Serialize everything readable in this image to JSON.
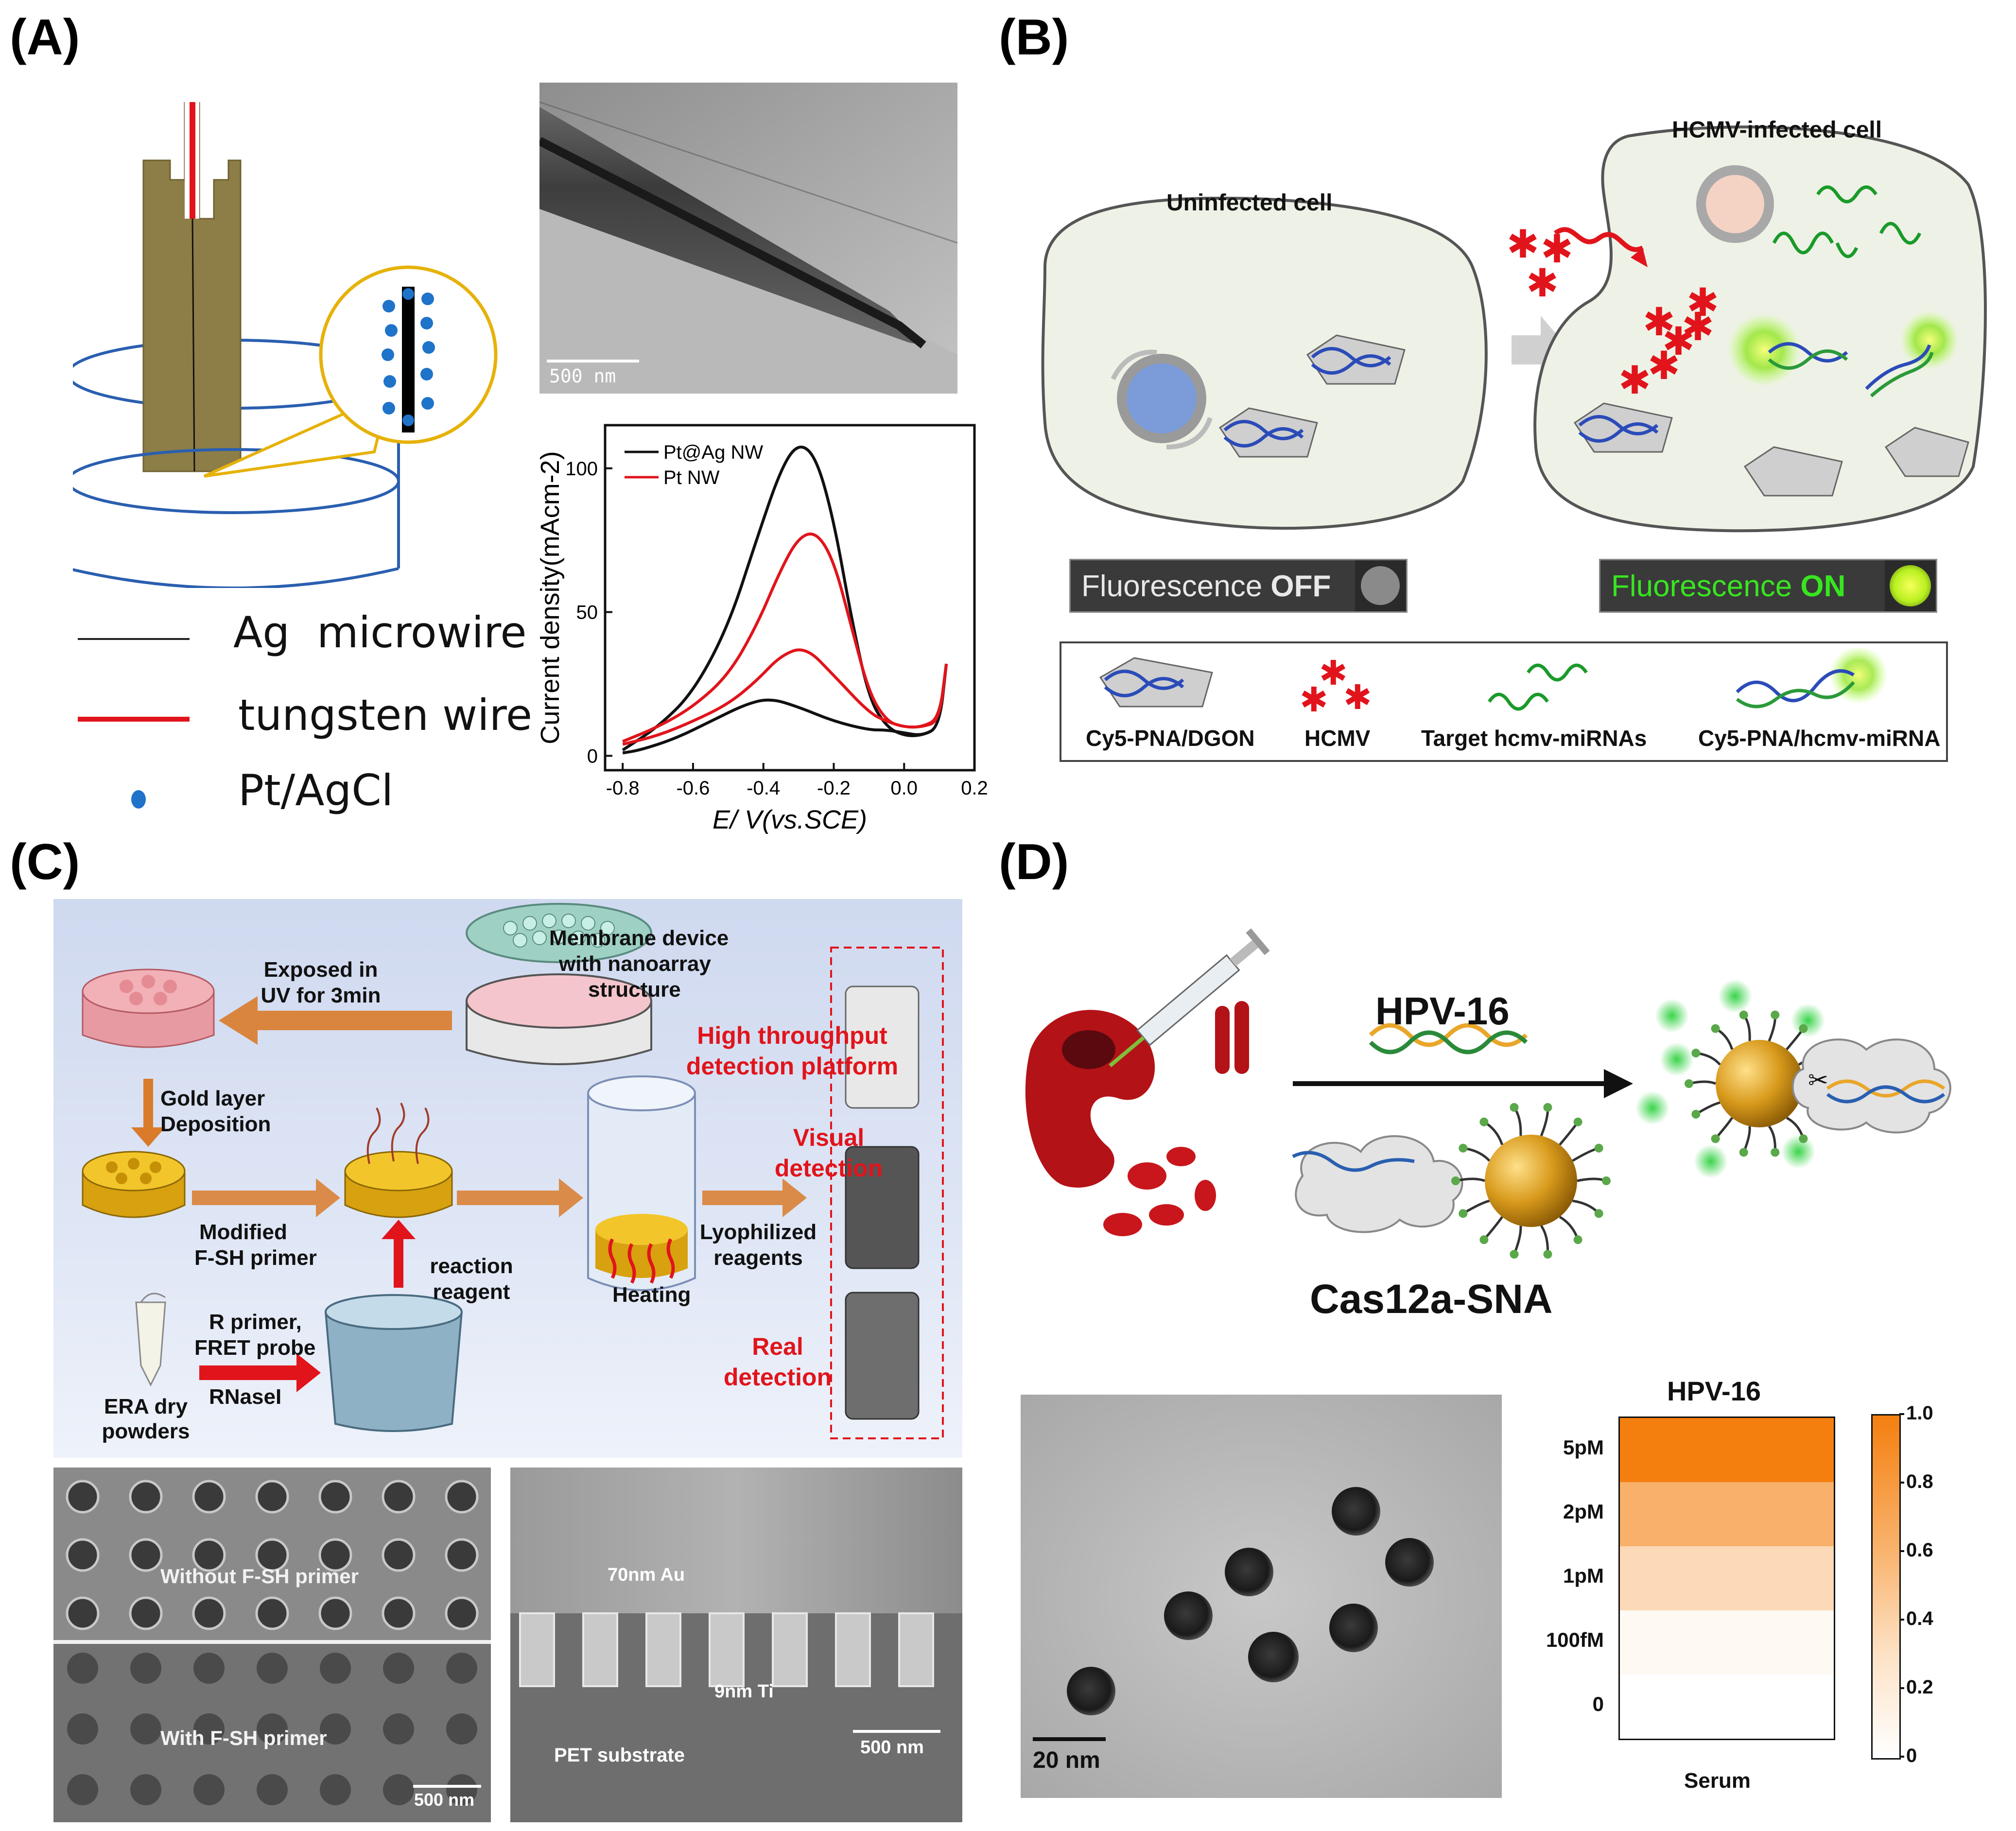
{
  "panelA": {
    "label": "(A)",
    "legend": [
      {
        "symbol": "black-line",
        "text": "Ag  microwire"
      },
      {
        "symbol": "red-line",
        "text": "tungsten wire"
      },
      {
        "symbol": "blue-dot",
        "text": "Pt/AgCl"
      }
    ],
    "tem_scale": "500 nm"
  },
  "chart_data": {
    "type": "line",
    "title": "",
    "xlabel": "E/ V(vs.SCE)",
    "ylabel": "Current density(mAcm-2)",
    "xlim": [
      -0.85,
      0.2
    ],
    "ylim": [
      -5,
      115
    ],
    "x_ticks": [
      "-0.8",
      "-0.6",
      "-0.4",
      "-0.2",
      "0.0",
      "0.2"
    ],
    "y_ticks": [
      "0",
      "50",
      "100"
    ],
    "legend_position": "top-left",
    "colors": {
      "Pt@Ag NW": "#111111",
      "Pt NW": "#e1141b"
    },
    "series": [
      {
        "name": "Pt@Ag NW",
        "loop": "forward",
        "x": [
          -0.8,
          -0.7,
          -0.6,
          -0.5,
          -0.42,
          -0.35,
          -0.3,
          -0.25,
          -0.2,
          -0.15,
          -0.1,
          -0.05,
          0.0,
          0.05,
          0.1,
          0.12
        ],
        "y": [
          2,
          10,
          22,
          45,
          75,
          100,
          109,
          104,
          82,
          48,
          20,
          10,
          7,
          7,
          10,
          32
        ]
      },
      {
        "name": "Pt@Ag NW",
        "loop": "reverse",
        "x": [
          0.12,
          0.1,
          0.05,
          0.0,
          -0.05,
          -0.1,
          -0.2,
          -0.3,
          -0.38,
          -0.45,
          -0.55,
          -0.65,
          -0.75,
          -0.8
        ],
        "y": [
          32,
          10,
          7,
          8,
          9,
          9,
          12,
          17,
          20,
          18,
          12,
          6,
          2,
          1
        ]
      },
      {
        "name": "Pt NW",
        "loop": "forward",
        "x": [
          -0.8,
          -0.7,
          -0.6,
          -0.5,
          -0.42,
          -0.35,
          -0.3,
          -0.25,
          -0.2,
          -0.15,
          -0.1,
          -0.05,
          0.0,
          0.05,
          0.1,
          0.12
        ],
        "y": [
          5,
          10,
          17,
          28,
          45,
          65,
          76,
          78,
          68,
          45,
          22,
          12,
          10,
          10,
          13,
          32
        ]
      },
      {
        "name": "Pt NW",
        "loop": "reverse",
        "x": [
          0.12,
          0.1,
          0.05,
          0.0,
          -0.05,
          -0.1,
          -0.2,
          -0.28,
          -0.35,
          -0.42,
          -0.5,
          -0.6,
          -0.7,
          -0.8
        ],
        "y": [
          32,
          12,
          10,
          10,
          12,
          15,
          28,
          38,
          35,
          26,
          18,
          12,
          7,
          4
        ]
      }
    ]
  },
  "panelB": {
    "label": "(B)",
    "uninfected": "Uninfected cell",
    "infected": "HCMV-infected cell",
    "fluor_off": {
      "prefix": "Fluorescence ",
      "state": "OFF"
    },
    "fluor_on": {
      "prefix": "Fluorescence ",
      "state": "ON"
    },
    "legend": [
      "Cy5-PNA/DGON",
      "HCMV",
      "Target hcmv-miRNAs",
      "Cy5-PNA/hcmv-miRNA"
    ],
    "colors": {
      "off_bg": "#3a3a3a",
      "on_text": "#37e61f",
      "hcmv": "#e1141b"
    }
  },
  "panelC": {
    "label": "(C)",
    "texts": {
      "membrane": [
        "Membrane device",
        "with nanoarray",
        "structure"
      ],
      "exposed": [
        "Exposed in",
        "UV for 3min"
      ],
      "high_throughput": [
        "High throughput",
        "detection platform"
      ],
      "gold": [
        "Gold layer",
        "Deposition"
      ],
      "visual": [
        "Visual",
        "detection"
      ],
      "modified": [
        "Modified",
        "F-SH primer"
      ],
      "reaction": [
        "reaction",
        "reagent"
      ],
      "heating": "Heating",
      "lyophilized": [
        "Lyophilized",
        "reagents"
      ],
      "rprimer": [
        "R primer,",
        "FRET probe"
      ],
      "rnasel": "RNaseI",
      "era": [
        "ERA dry",
        "powders"
      ],
      "real": [
        "Real",
        "detection"
      ]
    },
    "sem1": {
      "without": "Without F-SH primer",
      "with": "With F-SH primer",
      "scale": "500 nm"
    },
    "sem2": {
      "au": "70nm Au",
      "ti": "9nm Ti",
      "pet": "PET substrate",
      "scale": "500 nm"
    }
  },
  "panelD": {
    "label": "(D)",
    "hpv": "HPV-16",
    "cas": "Cas12a-SNA",
    "tem_scale": "20 nm",
    "heatmap": {
      "title": "HPV-16",
      "rows": [
        "5pM",
        "2pM",
        "1pM",
        "100fM",
        "0"
      ],
      "column": "Serum",
      "values": [
        1.0,
        0.62,
        0.3,
        0.05,
        0.0
      ],
      "colorbar_ticks": [
        "1.0",
        "0.8",
        "0.6",
        "0.4",
        "0.2",
        "0"
      ],
      "color_max": "#f47f0f",
      "color_min": "#ffffff"
    }
  }
}
